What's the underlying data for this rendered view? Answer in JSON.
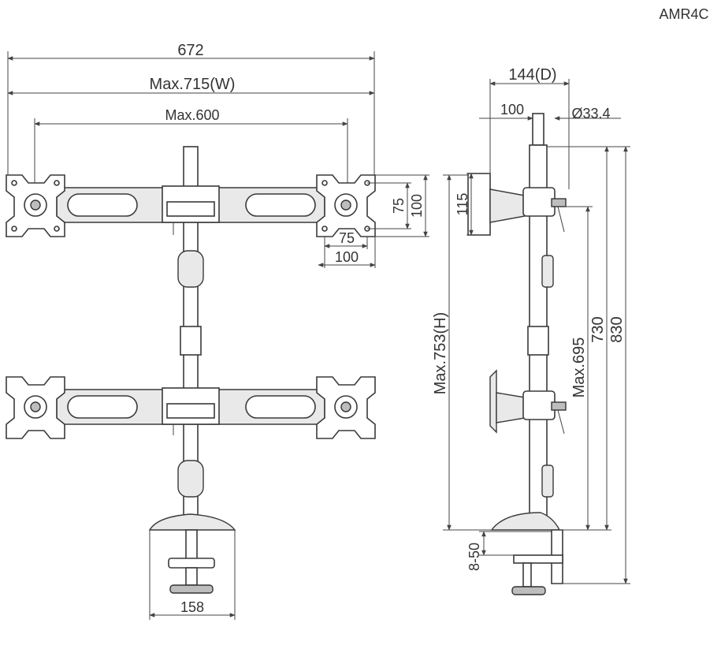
{
  "model": "AMR4C",
  "front_view": {
    "width_672": "672",
    "max_width": "Max.715(W)",
    "max_600": "Max.600",
    "vesa_75_v": "75",
    "vesa_100_v": "100",
    "vesa_75_h": "75",
    "vesa_100_h": "100",
    "base_width": "158"
  },
  "side_view": {
    "depth": "144(D)",
    "offset_100": "100",
    "pole_diameter": "Ø33.4",
    "plate_height": "115",
    "max_height": "Max.753(H)",
    "max_695": "Max.695",
    "h_730": "730",
    "h_830": "830",
    "clamp_range": "8-50"
  }
}
